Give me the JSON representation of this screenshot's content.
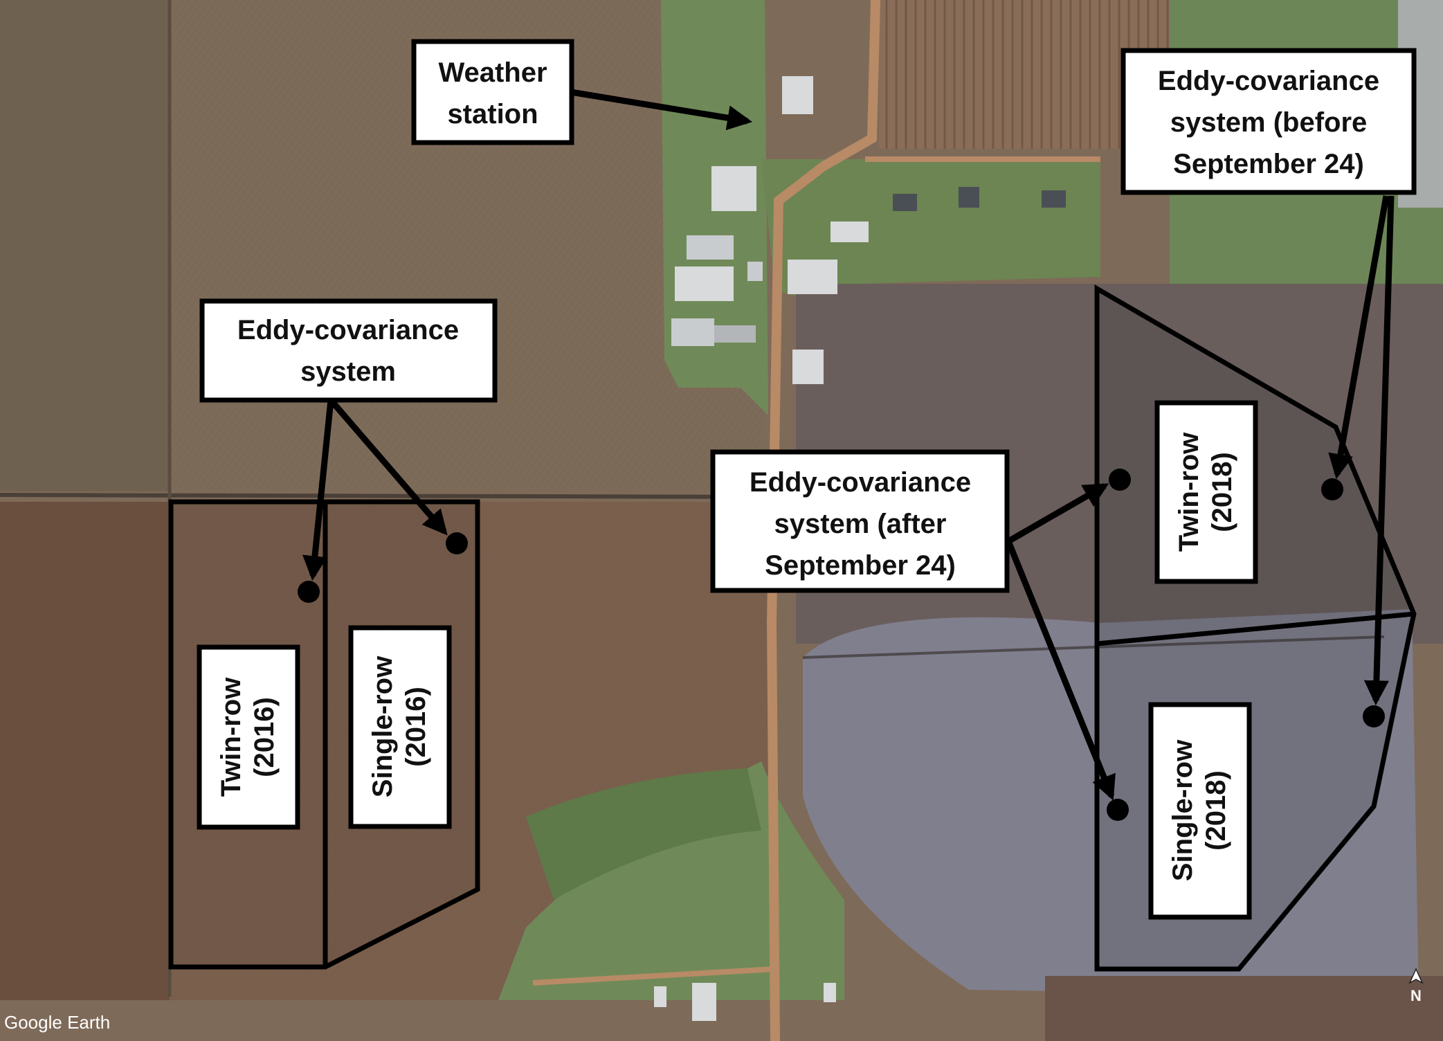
{
  "map": {
    "branding": "Google Earth",
    "north_label": "N",
    "colors": {
      "field_brown": "#7e6a58",
      "field_dark": "#6a594a",
      "field_plowed": "#8a6d58",
      "grass_green": "#6f8a58",
      "forest_green": "#5d7a48",
      "road": "#b88a66",
      "cotton_field": "#807f8e",
      "field_shade": "#34303a",
      "roof": "#d8dadc",
      "outline": "#000000",
      "label_bg": "#ffffff"
    }
  },
  "labels": {
    "weather_station": [
      "Weather",
      "station"
    ],
    "ec_2016": [
      "Eddy-covariance",
      "system"
    ],
    "ec_after": [
      "Eddy-covariance",
      "system (after",
      "September 24)"
    ],
    "ec_before": [
      "Eddy-covariance",
      "system (before",
      "September 24)"
    ],
    "twin_2016": [
      "Twin-row",
      "(2016)"
    ],
    "single_2016": [
      "Single-row",
      "(2016)"
    ],
    "twin_2018": [
      "Twin-row",
      "(2018)"
    ],
    "single_2018": [
      "Single-row",
      "(2018)"
    ]
  }
}
